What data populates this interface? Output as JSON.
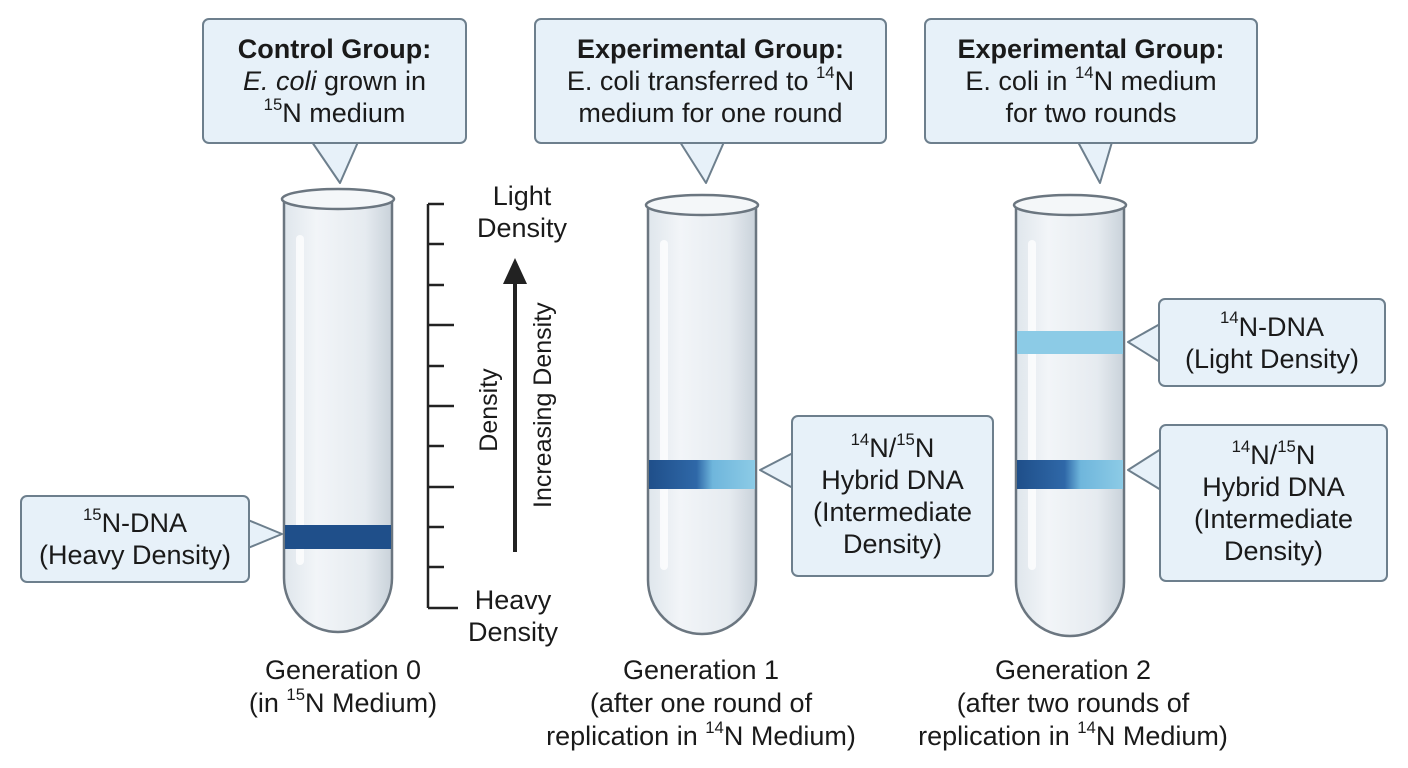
{
  "callouts": {
    "control": {
      "title": "Control Group:",
      "line1_italic": "E. coli",
      "line1_rest": " grown in",
      "line2_sup": "15",
      "line2_rest": "N medium"
    },
    "exp1": {
      "title": "Experimental Group:",
      "line1_pre": "E. coli transferred to ",
      "line1_sup": "14",
      "line1_post": "N",
      "line2": "medium for one round"
    },
    "exp2": {
      "title": "Experimental Group:",
      "line1_pre": "E. coli in ",
      "line1_sup": "14",
      "line1_post": "N medium",
      "line2": "for two rounds"
    }
  },
  "bands": {
    "heavy": {
      "sup": "15",
      "name": "N-DNA",
      "desc": "(Heavy Density)"
    },
    "hybrid1": {
      "sup_a": "14",
      "mid": "N/",
      "sup_b": "15",
      "end": "N",
      "line2": "Hybrid DNA",
      "line3": "(Intermediate",
      "line4": "Density)"
    },
    "light": {
      "sup": "14",
      "name": "N-DNA",
      "desc": "(Light Density)"
    },
    "hybrid2": {
      "sup_a": "14",
      "mid": "N/",
      "sup_b": "15",
      "end": "N",
      "line2": "Hybrid DNA",
      "line3": "(Intermediate",
      "line4": "Density)"
    }
  },
  "scale": {
    "top_label_1": "Light",
    "top_label_2": "Density",
    "bottom_label_1": "Heavy",
    "bottom_label_2": "Density",
    "axis_label": "Density",
    "arrow_label": "Increasing Density"
  },
  "captions": {
    "gen0": {
      "line1": "Generation 0",
      "line2_pre": "(in ",
      "line2_sup": "15",
      "line2_post": "N Medium)"
    },
    "gen1": {
      "line1": "Generation 1",
      "line2": "(after one round of",
      "line3_pre": "replication in ",
      "line3_sup": "14",
      "line3_post": "N Medium)"
    },
    "gen2": {
      "line1": "Generation 2",
      "line2": "(after two rounds of",
      "line3_pre": "replication in ",
      "line3_sup": "14",
      "line3_post": "N Medium)"
    }
  },
  "colors": {
    "tube_fill": "#e9eef2",
    "tube_stroke": "#6b7680",
    "callout_fill": "#e7f1f9",
    "callout_stroke": "#6d7f8d",
    "heavy_band": "#1f4f8a",
    "light_band": "#8ccbe6",
    "scale": "#222222"
  }
}
